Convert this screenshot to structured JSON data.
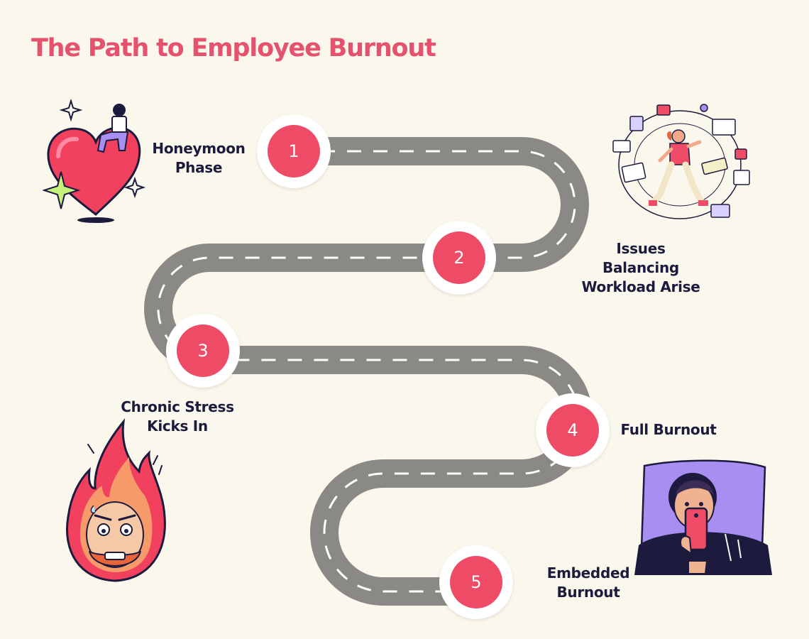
{
  "title": "The Path to Employee Burnout",
  "colors": {
    "background": "#faf7ec",
    "title": "#e5526d",
    "road": "#8b8985",
    "road_dashes": "#ffffff",
    "marker": "#ee4b67",
    "label_text": "#1c1a3d"
  },
  "stages": [
    {
      "number": "1",
      "label": "Honeymoon\nPhase",
      "icon": "heart-with-person-icon"
    },
    {
      "number": "2",
      "label": "Issues\nBalancing\nWorkload Arise",
      "icon": "juggling-tasks-person-icon"
    },
    {
      "number": "3",
      "label": "Chronic Stress\nKicks In",
      "icon": "flaming-stressed-face-icon"
    },
    {
      "number": "4",
      "label": "Full Burnout",
      "icon": "person-in-bed-with-phone-icon"
    },
    {
      "number": "5",
      "label": "Embedded\nBurnout",
      "icon": "road-end-icon"
    }
  ]
}
